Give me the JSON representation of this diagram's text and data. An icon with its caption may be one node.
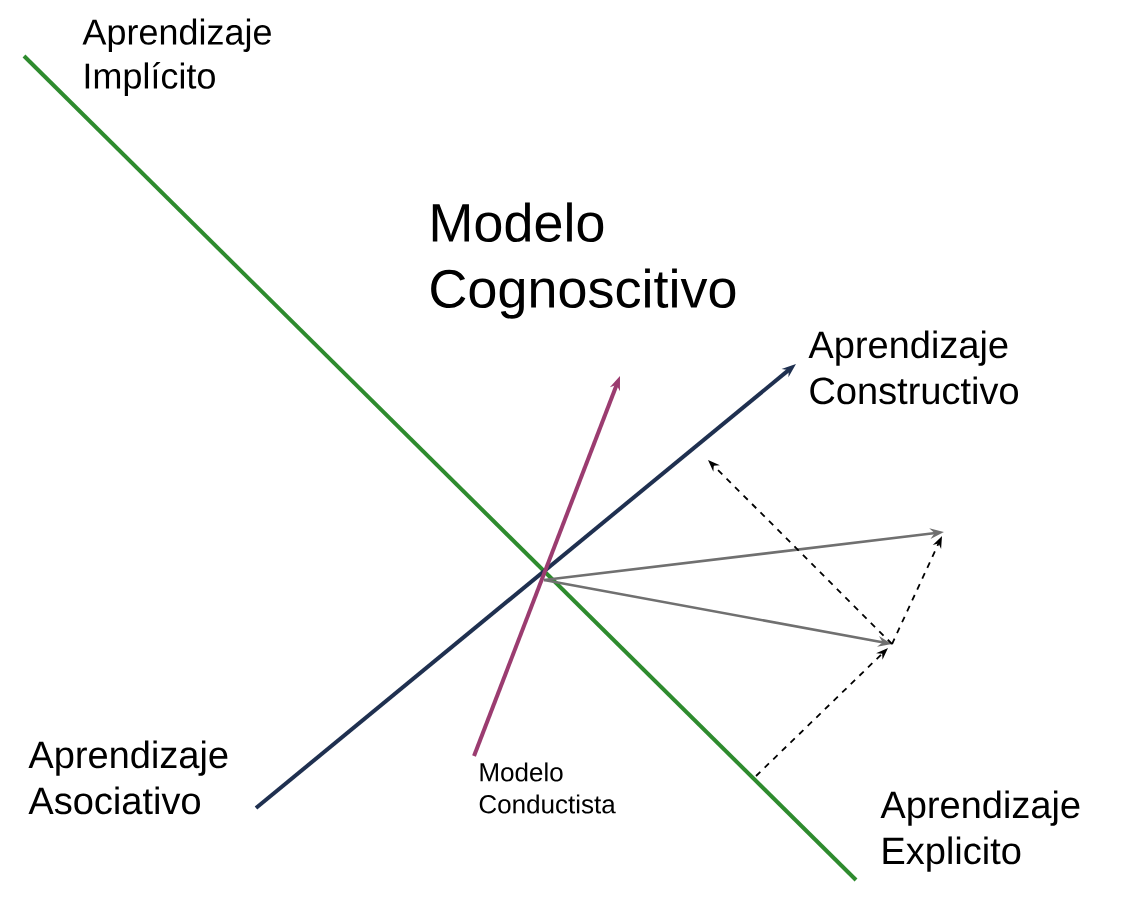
{
  "diagram": {
    "nodes": [
      {
        "text": [
          "Aprendizaje Implícito"
        ]
      },
      {
        "text": [
          "Modelo Cognoscitivo"
        ]
      },
      {
        "text": [
          "Aprendizaje Constructivo"
        ]
      },
      {
        "text": [
          "Aprendizaje Asociativo"
        ]
      },
      {
        "text": [
          "Modelo Conductista"
        ]
      },
      {
        "text": [
          "Aprendizaje Explicito"
        ]
      }
    ],
    "edges": [
      {
        "from": 0,
        "to": 5,
        "arrow": "none",
        "color": "#2e8b2e"
      },
      {
        "from": 3,
        "to": 2,
        "arrow": "to",
        "color": "#1f3050"
      },
      {
        "from": 4,
        "to": 1,
        "arrow": "to",
        "color": "#9b3c70"
      }
    ]
  }
}
